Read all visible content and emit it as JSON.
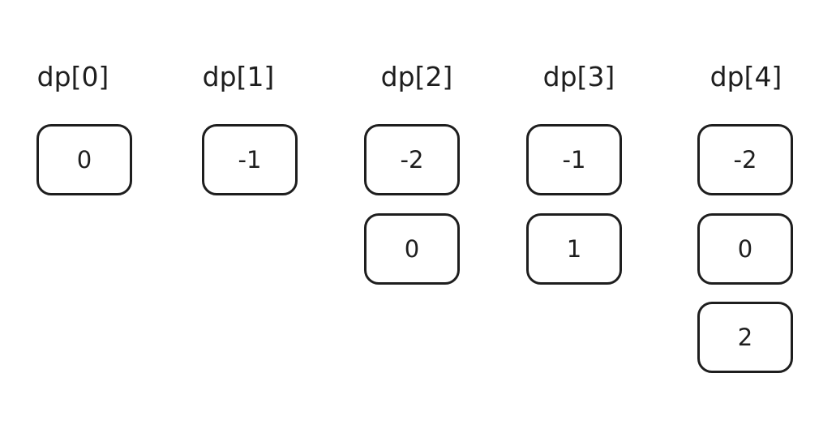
{
  "columns": [
    {
      "label": "dp[0]",
      "values": [
        "0"
      ]
    },
    {
      "label": "dp[1]",
      "values": [
        "-1"
      ]
    },
    {
      "label": "dp[2]",
      "values": [
        "-2",
        "0"
      ]
    },
    {
      "label": "dp[3]",
      "values": [
        "-1",
        "1"
      ]
    },
    {
      "label": "dp[4]",
      "values": [
        "-2",
        "0",
        "2"
      ]
    }
  ],
  "colors": {
    "stroke": "#1e1e1e",
    "background": "#ffffff"
  }
}
